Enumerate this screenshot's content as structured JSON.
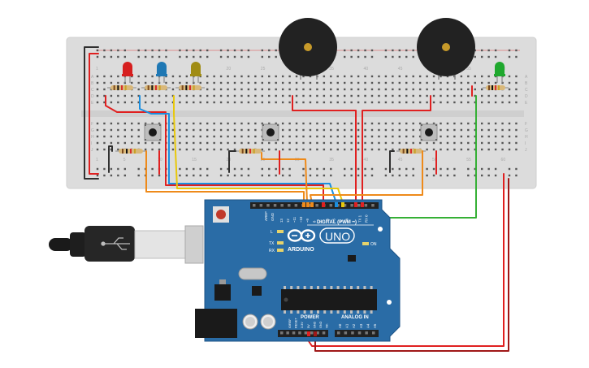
{
  "board": {
    "brand": "ARDUINO",
    "model": "UNO",
    "digital_label": "DIGITAL (PWM ~)",
    "power_label": "POWER",
    "analog_label": "ANALOG IN",
    "on_label": "ON",
    "l_label": "L",
    "tx_label": "TX",
    "rx_label": "RX",
    "aref_label": "AREF",
    "gnd_label": "GND",
    "digital_pins": [
      "13",
      "12",
      "~11",
      "~10",
      "~9",
      "8",
      "7",
      "~6",
      "~5",
      "4",
      "~3",
      "2",
      "TX 1",
      "RX 0"
    ],
    "power_pins": [
      "IOREF",
      "RESET",
      "3.3V",
      "5V",
      "GND",
      "GND",
      "Vin"
    ],
    "analog_pins": [
      "A0",
      "A1",
      "A2",
      "A3",
      "A4",
      "A5"
    ]
  },
  "breadboard": {
    "row_letters_top": [
      "A",
      "B",
      "C",
      "D",
      "E"
    ],
    "row_letters_bottom": [
      "F",
      "G",
      "H",
      "I",
      "J"
    ],
    "column_numbers": [
      "1",
      "5",
      "10",
      "15",
      "20",
      "25",
      "30",
      "35",
      "40",
      "45",
      "50",
      "55",
      "60"
    ]
  },
  "components": {
    "leds": [
      {
        "name": "red",
        "color": "#d61f1f"
      },
      {
        "name": "blue",
        "color": "#1f78b4"
      },
      {
        "name": "yellow",
        "color": "#a08c14"
      },
      {
        "name": "green",
        "color": "#1fa82e"
      }
    ],
    "wire_colors": {
      "red": "#e02020",
      "black": "#303030",
      "orange": "#ee8a1a",
      "blue": "#1a8fe0",
      "yellow": "#e8c80a",
      "green": "#35b035",
      "dark_red": "#a01818"
    }
  }
}
